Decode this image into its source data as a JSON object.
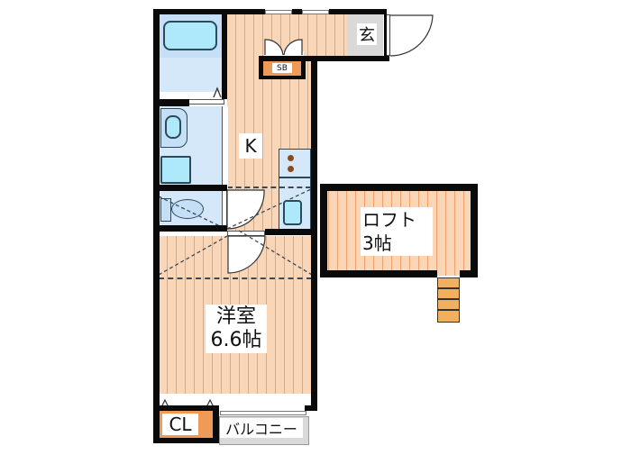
{
  "floor_plan": {
    "rooms": {
      "entrance": {
        "label": "玄"
      },
      "shoe_box": {
        "label": "SB"
      },
      "kitchen": {
        "label": "K"
      },
      "western_room": {
        "label_line1": "洋室",
        "label_line2": "6.6帖"
      },
      "loft": {
        "label_line1": "ロフト",
        "label_line2": "3帖"
      },
      "closet": {
        "label": "CL"
      },
      "balcony": {
        "label": "バルコニー"
      }
    },
    "colors": {
      "wall": "#0a0a0a",
      "wood_floor": "#fad6b8",
      "wood_stripe": "#f0a26a",
      "wet_area": "#d4e8fa",
      "fixture": "#aee8fb",
      "shoe_box": "#ef9a57",
      "closet": "#ef9a57",
      "ladder": "#f0b060",
      "entrance_floor": "#d9d9d9"
    }
  }
}
